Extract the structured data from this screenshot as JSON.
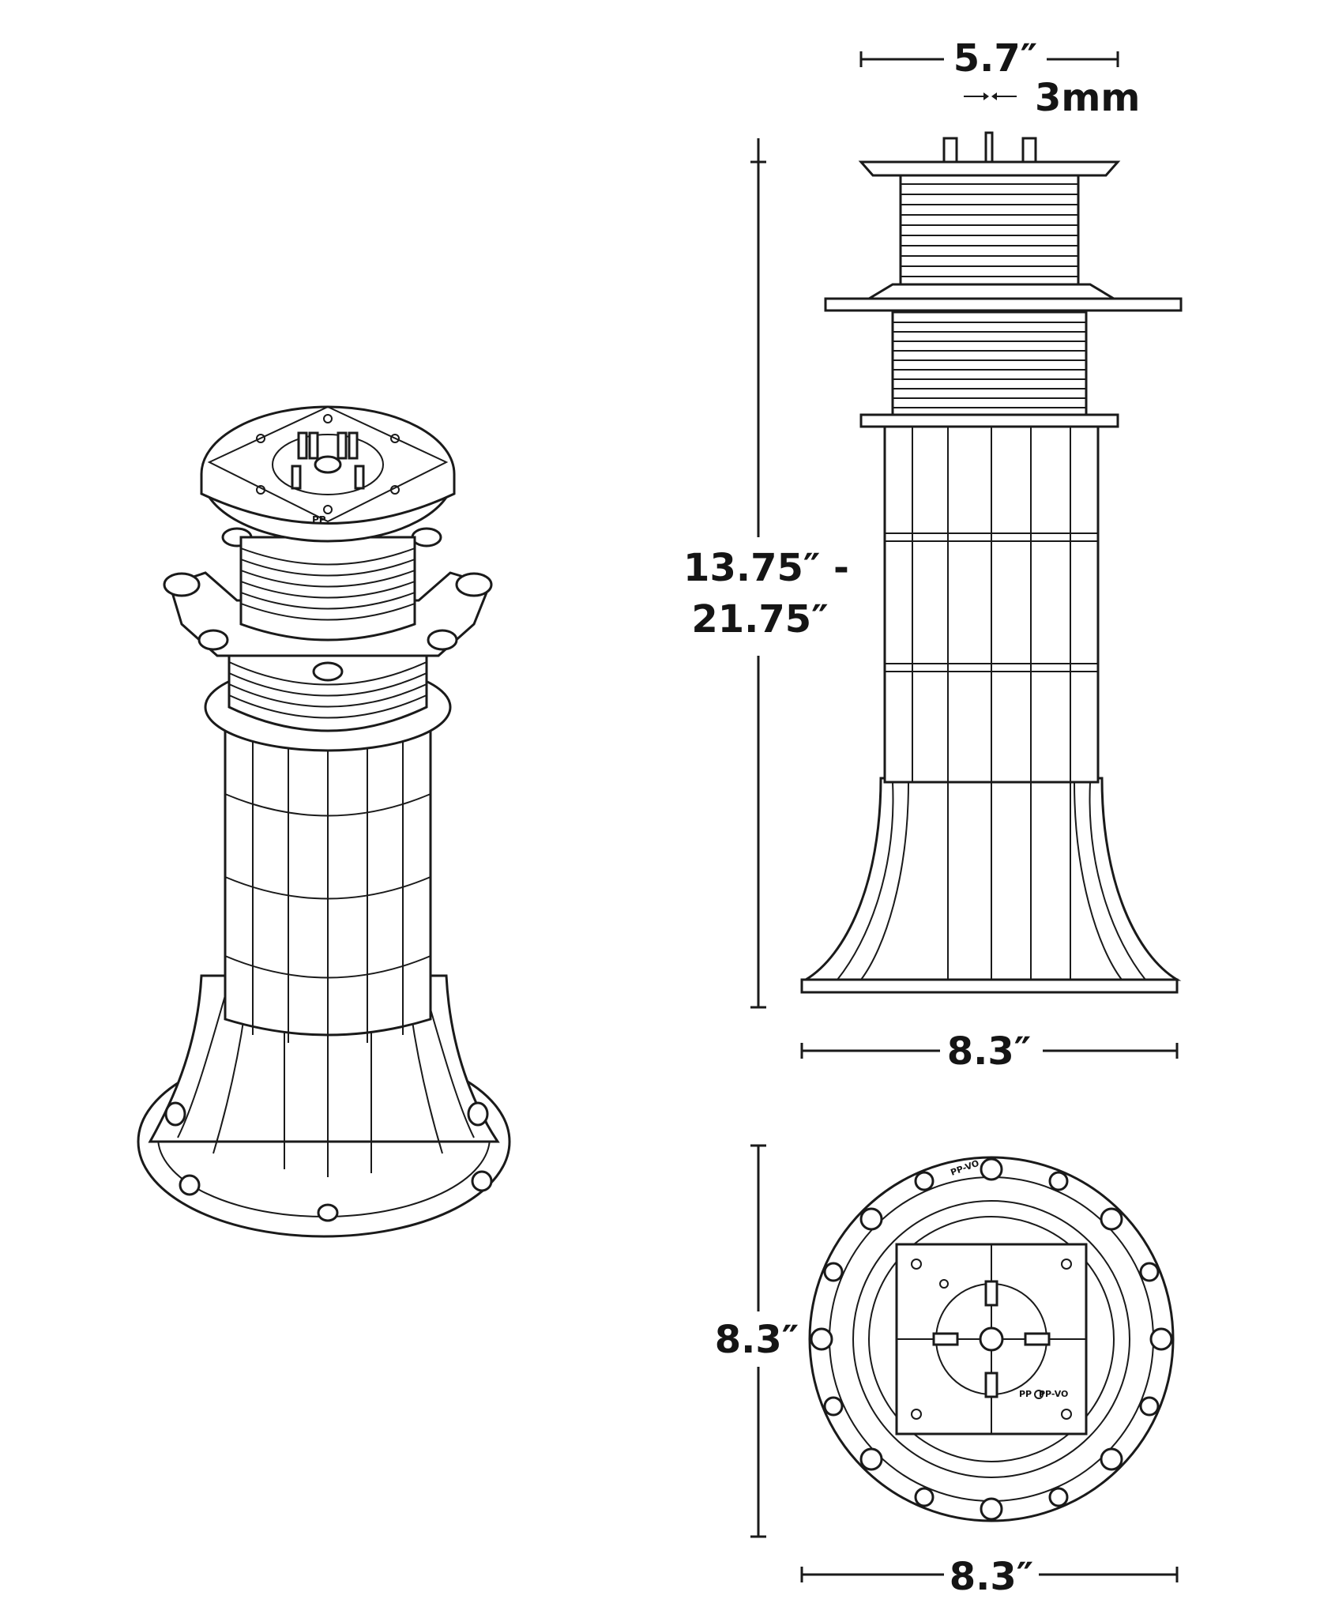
{
  "dimensions": {
    "top_width": "5.7″",
    "spacer": "3mm",
    "height_min": "13.75″ -",
    "height_max": "21.75″",
    "base_width_side": "8.3″",
    "base_depth_top": "8.3″",
    "base_width_top": "8.3″"
  },
  "pedestal_labels": {
    "iso_mark": "PP",
    "top_mark_a": "PP-VO",
    "top_mark_b": "PP",
    "top_mark_c": "PP-VO"
  },
  "colors": {
    "line": "#1a1a1a",
    "background": "#ffffff"
  }
}
